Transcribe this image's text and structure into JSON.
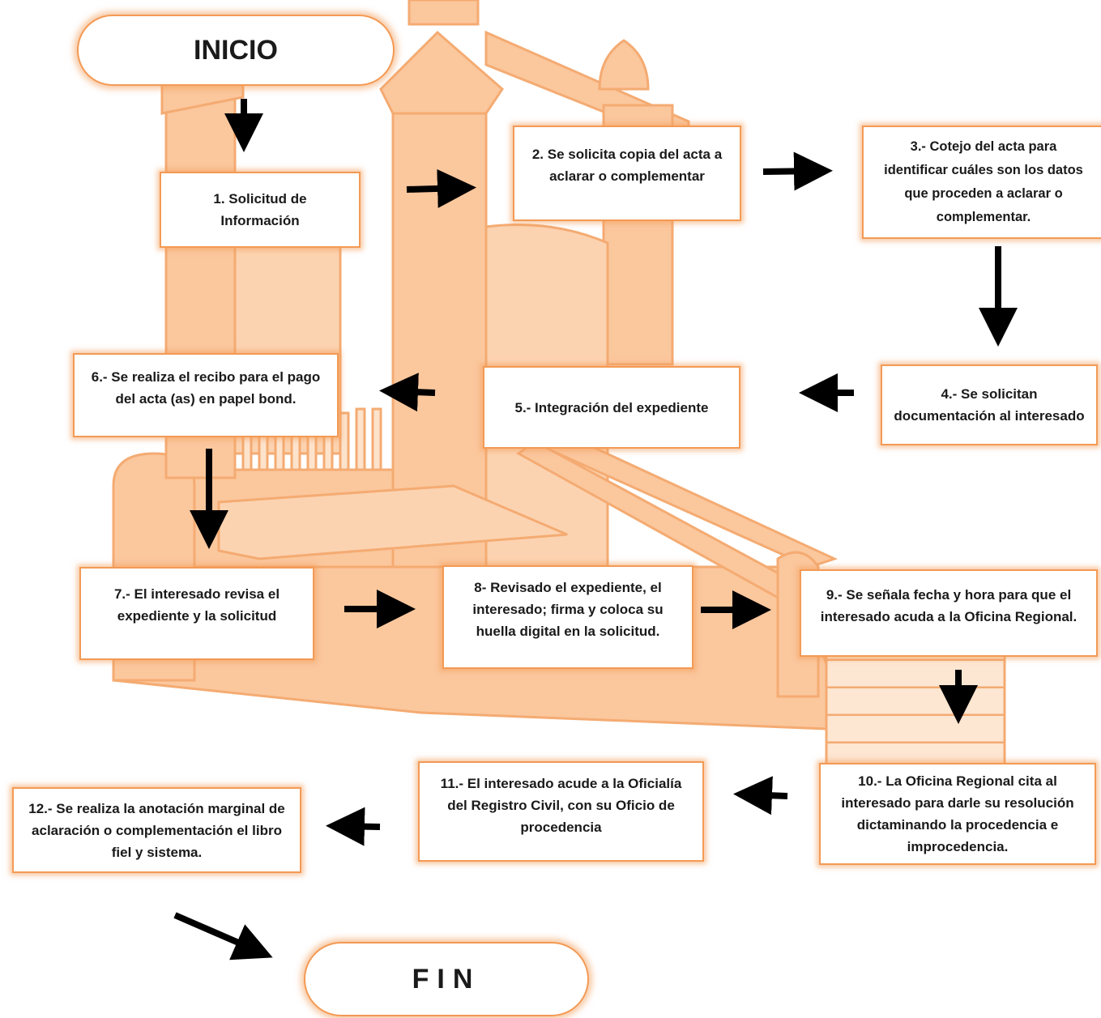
{
  "colors": {
    "building_fill": "#fbc79d",
    "building_stroke": "#f4ab72",
    "box_border": "#f39a55",
    "arrow": "#000000",
    "text": "#1a1a1a"
  },
  "flow": {
    "start": "INICIO",
    "end": "FIN",
    "steps": [
      {
        "id": "1",
        "text": "1. Solicitud de Información"
      },
      {
        "id": "2",
        "text": "2. Se solicita copia del acta a aclarar o complementar"
      },
      {
        "id": "3",
        "text": "3.- Cotejo del acta para identificar cuáles son los datos que proceden a aclarar o complementar."
      },
      {
        "id": "4",
        "text": "4.- Se solicitan documentación al interesado"
      },
      {
        "id": "5",
        "text": "5.- Integración del expediente"
      },
      {
        "id": "6",
        "text": "6.- Se realiza el recibo para el pago del acta (as) en papel bond."
      },
      {
        "id": "7",
        "text": "7.- El interesado revisa el expediente y la solicitud"
      },
      {
        "id": "8",
        "text": "8- Revisado el expediente, el interesado; firma y coloca su huella digital en la solicitud."
      },
      {
        "id": "9",
        "text": "9.- Se señala fecha y hora para que el interesado acuda a la Oficina Regional."
      },
      {
        "id": "10",
        "text": "10.- La Oficina Regional cita al interesado para darle su resolución dictaminando la procedencia e improcedencia."
      },
      {
        "id": "11",
        "text": "11.- El interesado acude a la Oficialía del Registro Civil, con su Oficio de procedencia"
      },
      {
        "id": "12",
        "text": "12.- Se realiza la anotación marginal de aclaración o complementación el libro fiel y sistema."
      }
    ],
    "connections": [
      {
        "from": "INICIO",
        "to": "1"
      },
      {
        "from": "1",
        "to": "2"
      },
      {
        "from": "2",
        "to": "3"
      },
      {
        "from": "3",
        "to": "4"
      },
      {
        "from": "4",
        "to": "5"
      },
      {
        "from": "5",
        "to": "6"
      },
      {
        "from": "6",
        "to": "7"
      },
      {
        "from": "7",
        "to": "8"
      },
      {
        "from": "8",
        "to": "9"
      },
      {
        "from": "9",
        "to": "10"
      },
      {
        "from": "10",
        "to": "11"
      },
      {
        "from": "11",
        "to": "12"
      },
      {
        "from": "12",
        "to": "FIN"
      }
    ]
  }
}
